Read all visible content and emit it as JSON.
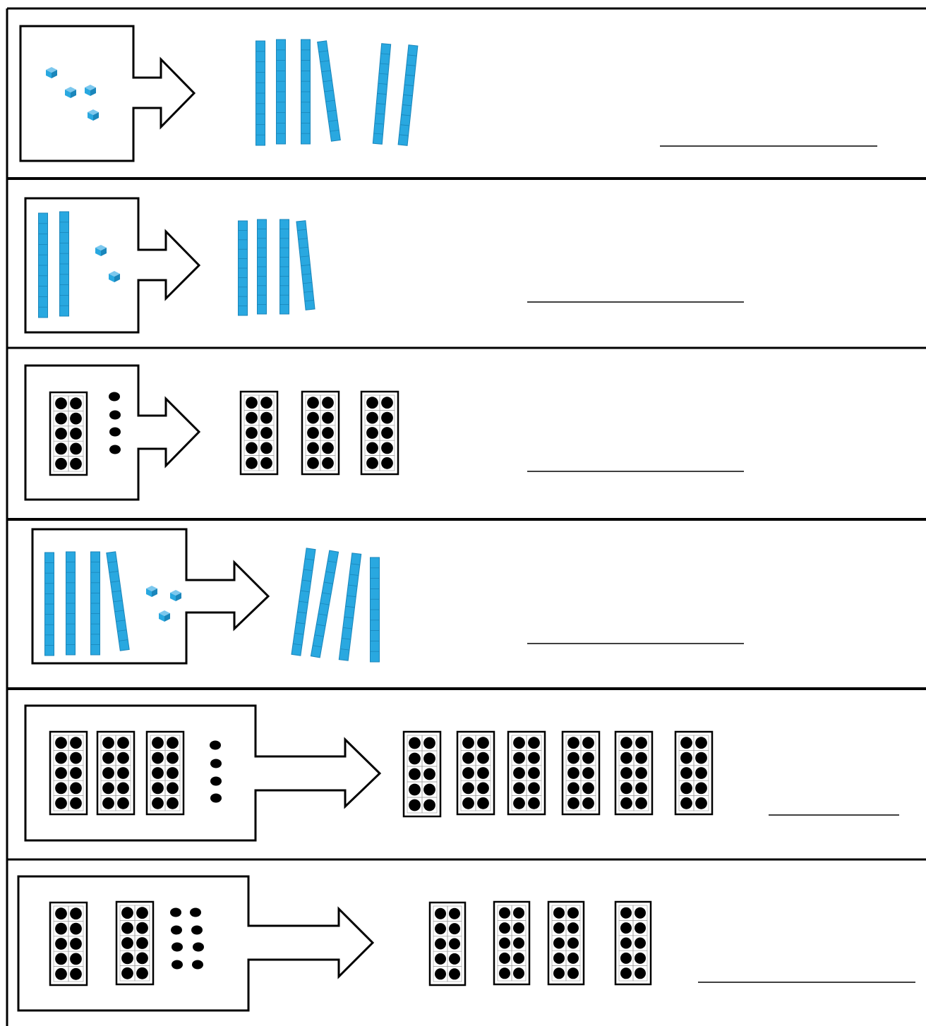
{
  "worksheet": {
    "rows": [
      {
        "id": "row-1",
        "before": {
          "rods": 0,
          "units": 4,
          "ten_frames": 0,
          "dots": 0
        },
        "after": {
          "rods": 6,
          "units": 0,
          "ten_frames": 0
        },
        "answer": ""
      },
      {
        "id": "row-2",
        "before": {
          "rods": 2,
          "units": 2,
          "ten_frames": 0,
          "dots": 0
        },
        "after": {
          "rods": 4,
          "units": 0,
          "ten_frames": 0
        },
        "answer": ""
      },
      {
        "id": "row-3",
        "before": {
          "rods": 0,
          "units": 0,
          "ten_frames": 1,
          "dots": 4
        },
        "after": {
          "rods": 0,
          "units": 0,
          "ten_frames": 3
        },
        "answer": ""
      },
      {
        "id": "row-4",
        "before": {
          "rods": 4,
          "units": 3,
          "ten_frames": 0,
          "dots": 0
        },
        "after": {
          "rods": 4,
          "units": 0,
          "ten_frames": 0
        },
        "answer": ""
      },
      {
        "id": "row-5",
        "before": {
          "rods": 0,
          "units": 0,
          "ten_frames": 3,
          "dots": 4
        },
        "after": {
          "rods": 0,
          "units": 0,
          "ten_frames": 6
        },
        "answer": ""
      },
      {
        "id": "row-6",
        "before": {
          "rods": 0,
          "units": 0,
          "ten_frames": 2,
          "dots": 8
        },
        "after": {
          "rods": 0,
          "units": 0,
          "ten_frames": 4
        },
        "answer": ""
      }
    ]
  },
  "colors": {
    "base_ten_blue": "#29a8e0",
    "base_ten_edge": "#1a86bb",
    "ink": "#000000",
    "paper": "#ffffff"
  },
  "icons": {
    "arrow": "arrow-icon",
    "rod": "ten-rod-icon",
    "unit": "unit-cube-icon",
    "ten_frame": "ten-frame-icon",
    "dot": "dot-icon"
  }
}
